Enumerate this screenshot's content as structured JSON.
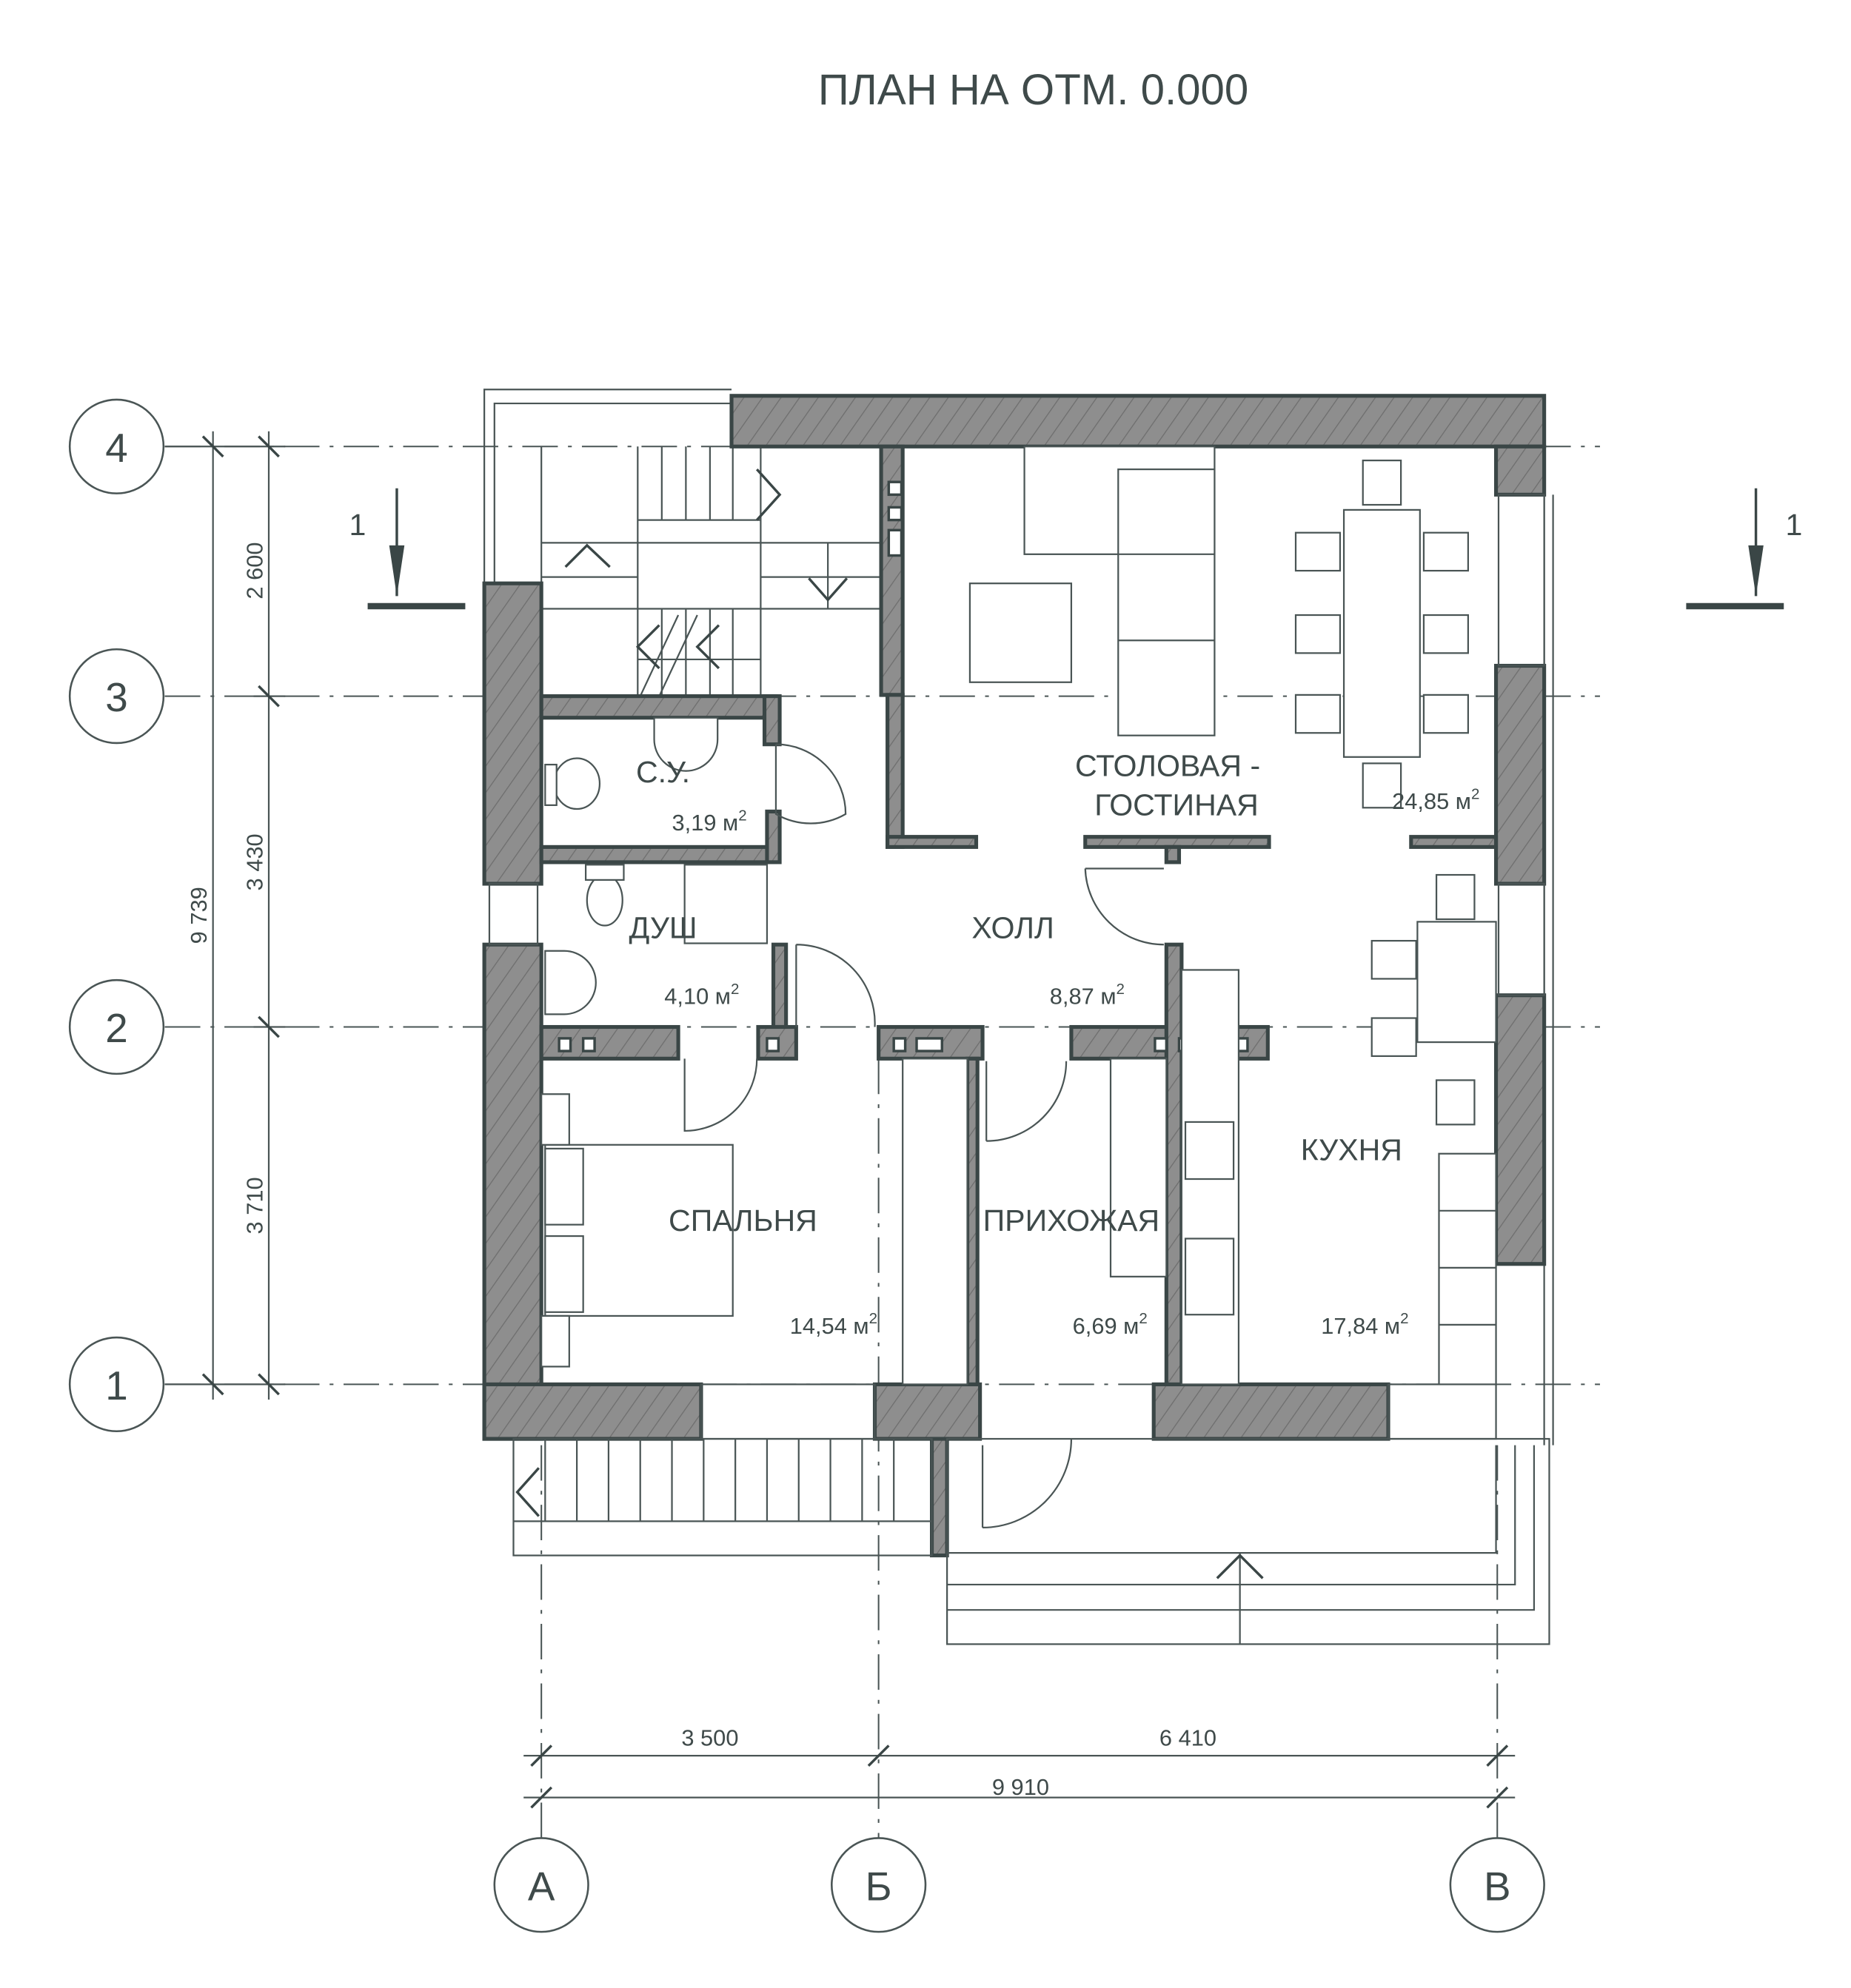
{
  "title": "ПЛАН НА ОТМ. 0.000",
  "axes": {
    "rows": [
      "4",
      "3",
      "2",
      "1"
    ],
    "columns": [
      "А",
      "Б",
      "В"
    ]
  },
  "dimensions": {
    "vertical": [
      "2 600",
      "3 430",
      "3 710"
    ],
    "vertical_total": "9 739",
    "horizontal": [
      "3 500",
      "6 410"
    ],
    "horizontal_total": "9 910"
  },
  "section_marks": {
    "left": "1",
    "right": "1"
  },
  "rooms": [
    {
      "name": "СТОЛОВАЯ -",
      "name2": "ГОСТИНАЯ",
      "area": "24,85 м",
      "sup": "2"
    },
    {
      "name": "С.У.",
      "area": "3,19 м",
      "sup": "2"
    },
    {
      "name": "ДУШ",
      "area": "4,10 м",
      "sup": "2"
    },
    {
      "name": "ХОЛЛ",
      "area": "8,87 м",
      "sup": "2"
    },
    {
      "name": "СПАЛЬНЯ",
      "area": "14,54 м",
      "sup": "2"
    },
    {
      "name": "ПРИХОЖАЯ",
      "area": "6,69 м",
      "sup": "2"
    },
    {
      "name": "КУХНЯ",
      "area": "17,84 м",
      "sup": "2"
    }
  ],
  "colors": {
    "line": "#3a4646",
    "wall_fill": "#8e8e8e",
    "text": "#3f4a4a"
  }
}
